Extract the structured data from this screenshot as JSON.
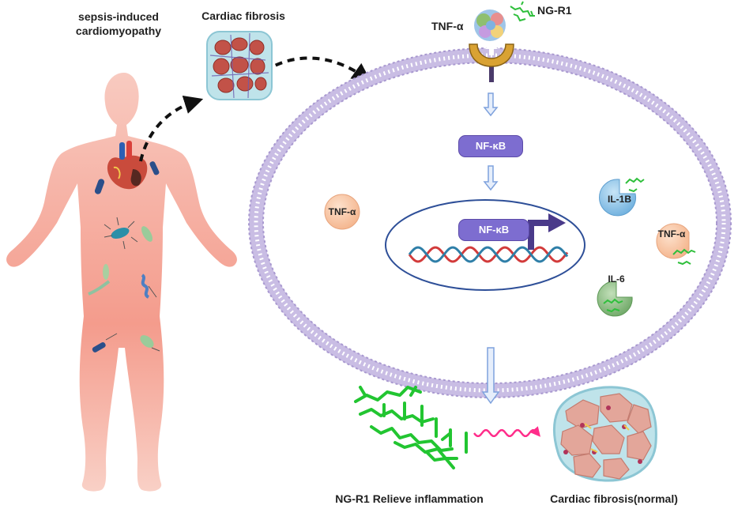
{
  "labels": {
    "sepsis_title": "sepsis-induced\ncardiomyopathy",
    "cardiac_fibrosis": "Cardiac fibrosis",
    "tnf_receptor_label": "TNF-α",
    "ngr1_label": "NG-R1",
    "nfkb_cytoplasm": "NF-κB",
    "nfkb_nucleus": "NF-κB",
    "tnf_cytoplasm": "TNF-α",
    "il1b": "IL-1B",
    "tnf_secreted": "TNF-α",
    "il6": "IL-6",
    "relieve": "NG-R1 Relieve inflammation",
    "fibrosis_normal": "Cardiac fibrosis(normal)"
  },
  "colors": {
    "membrane": "#b7a9d6",
    "pill": "#7d6dd0",
    "body": "#f3a08f",
    "tnf_ball": "#f8c6a4",
    "il1b_ball": "#8ec3e6",
    "il6_ball": "#8dbb84",
    "arrow_blue": "#9ab5e3",
    "promoter": "#4a3a8a",
    "wave": "#ff2d8a",
    "drug": "#22c531"
  }
}
